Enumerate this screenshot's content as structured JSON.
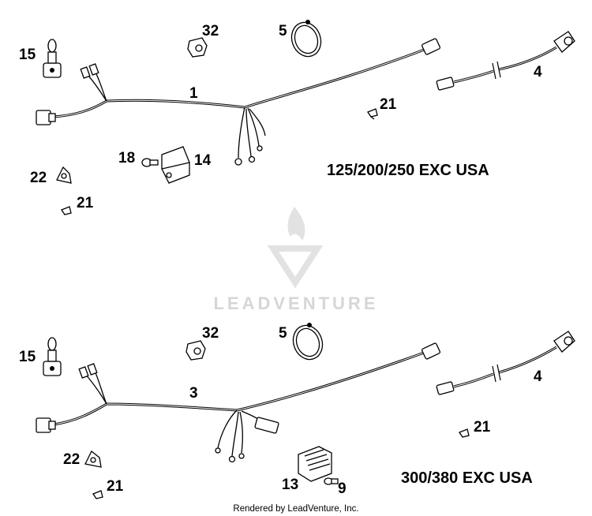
{
  "watermark": {
    "brand": "LEADVENTURE",
    "color": "#d6d6d6"
  },
  "footer": {
    "credit": "Rendered by LeadVenture, Inc."
  },
  "top_section": {
    "model_label": "125/200/250 EXC USA",
    "callouts": {
      "harness": "1",
      "switch": "15",
      "clip_nut": "32",
      "cable_tie": "5",
      "cable_lead": "4",
      "clip_right": "21",
      "screw": "18",
      "relay": "14",
      "bracket": "22",
      "clip_left": "21"
    }
  },
  "bottom_section": {
    "model_label": "300/380 EXC USA",
    "callouts": {
      "harness": "3",
      "switch": "15",
      "clip_nut": "32",
      "cable_tie": "5",
      "cable_lead": "4",
      "clip_right": "21",
      "bracket": "22",
      "clip_left": "21",
      "regulator": "13",
      "bolt": "9"
    }
  }
}
